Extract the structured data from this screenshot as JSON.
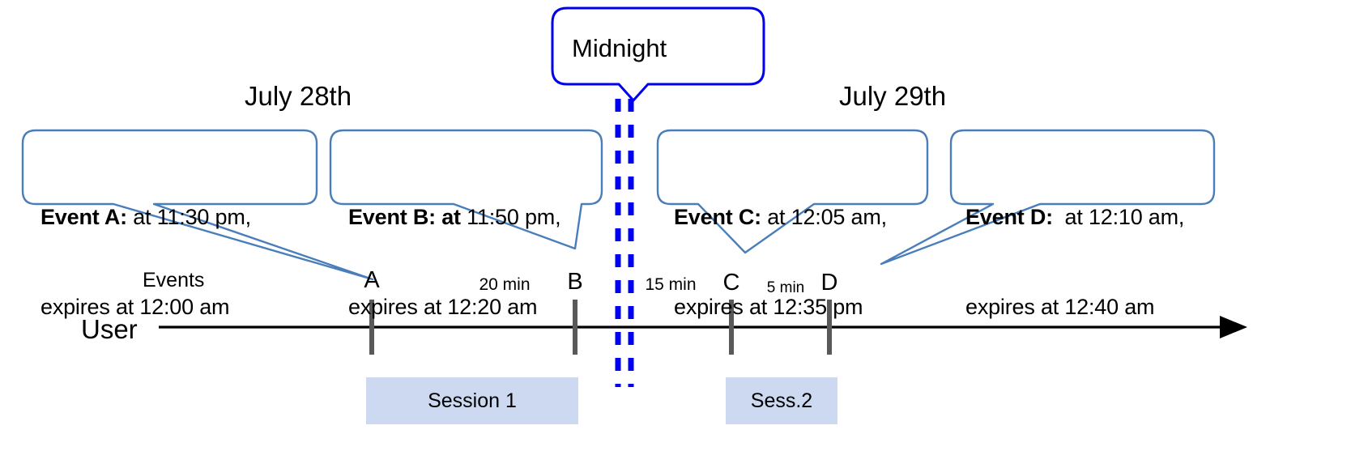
{
  "diagram": {
    "title_callout": {
      "label": "Midnight"
    },
    "dates": [
      {
        "label": "July 28th"
      },
      {
        "label": "July 29th"
      }
    ],
    "callouts": [
      {
        "id": "event-a",
        "bold_prefix": "Event A:",
        "line1_rest": " at 11:30 pm,",
        "line2": "expires at 12:00 am"
      },
      {
        "id": "event-b",
        "bold_prefix": "Event B: at",
        "line1_rest": " 11:50 pm,",
        "line2": "expires at 12:20 am"
      },
      {
        "id": "event-c",
        "bold_prefix": "Event C:",
        "line1_rest": " at 12:05 am,",
        "line2": "expires at 12:35 pm"
      },
      {
        "id": "event-d",
        "bold_prefix": "Event D:",
        "line1_rest": "  at 12:10 am,",
        "line2": "expires at 12:40 am"
      }
    ],
    "axis": {
      "row_label": "User",
      "events_label": "Events"
    },
    "markers": [
      {
        "letter": "A"
      },
      {
        "letter": "B"
      },
      {
        "letter": "C"
      },
      {
        "letter": "D"
      }
    ],
    "intervals": [
      {
        "label": "20 min"
      },
      {
        "label": "15 min"
      },
      {
        "label": "5 min"
      }
    ],
    "sessions": [
      {
        "label": "Session 1"
      },
      {
        "label": "Sess.2"
      }
    ],
    "colors": {
      "callout_border": "#4a7ebb",
      "midnight_border": "#0000ee",
      "midnight_dash": "#0000ee",
      "session_fill": "#ccd9f1",
      "axis_line": "#000000",
      "marker_tick": "#595959"
    }
  }
}
